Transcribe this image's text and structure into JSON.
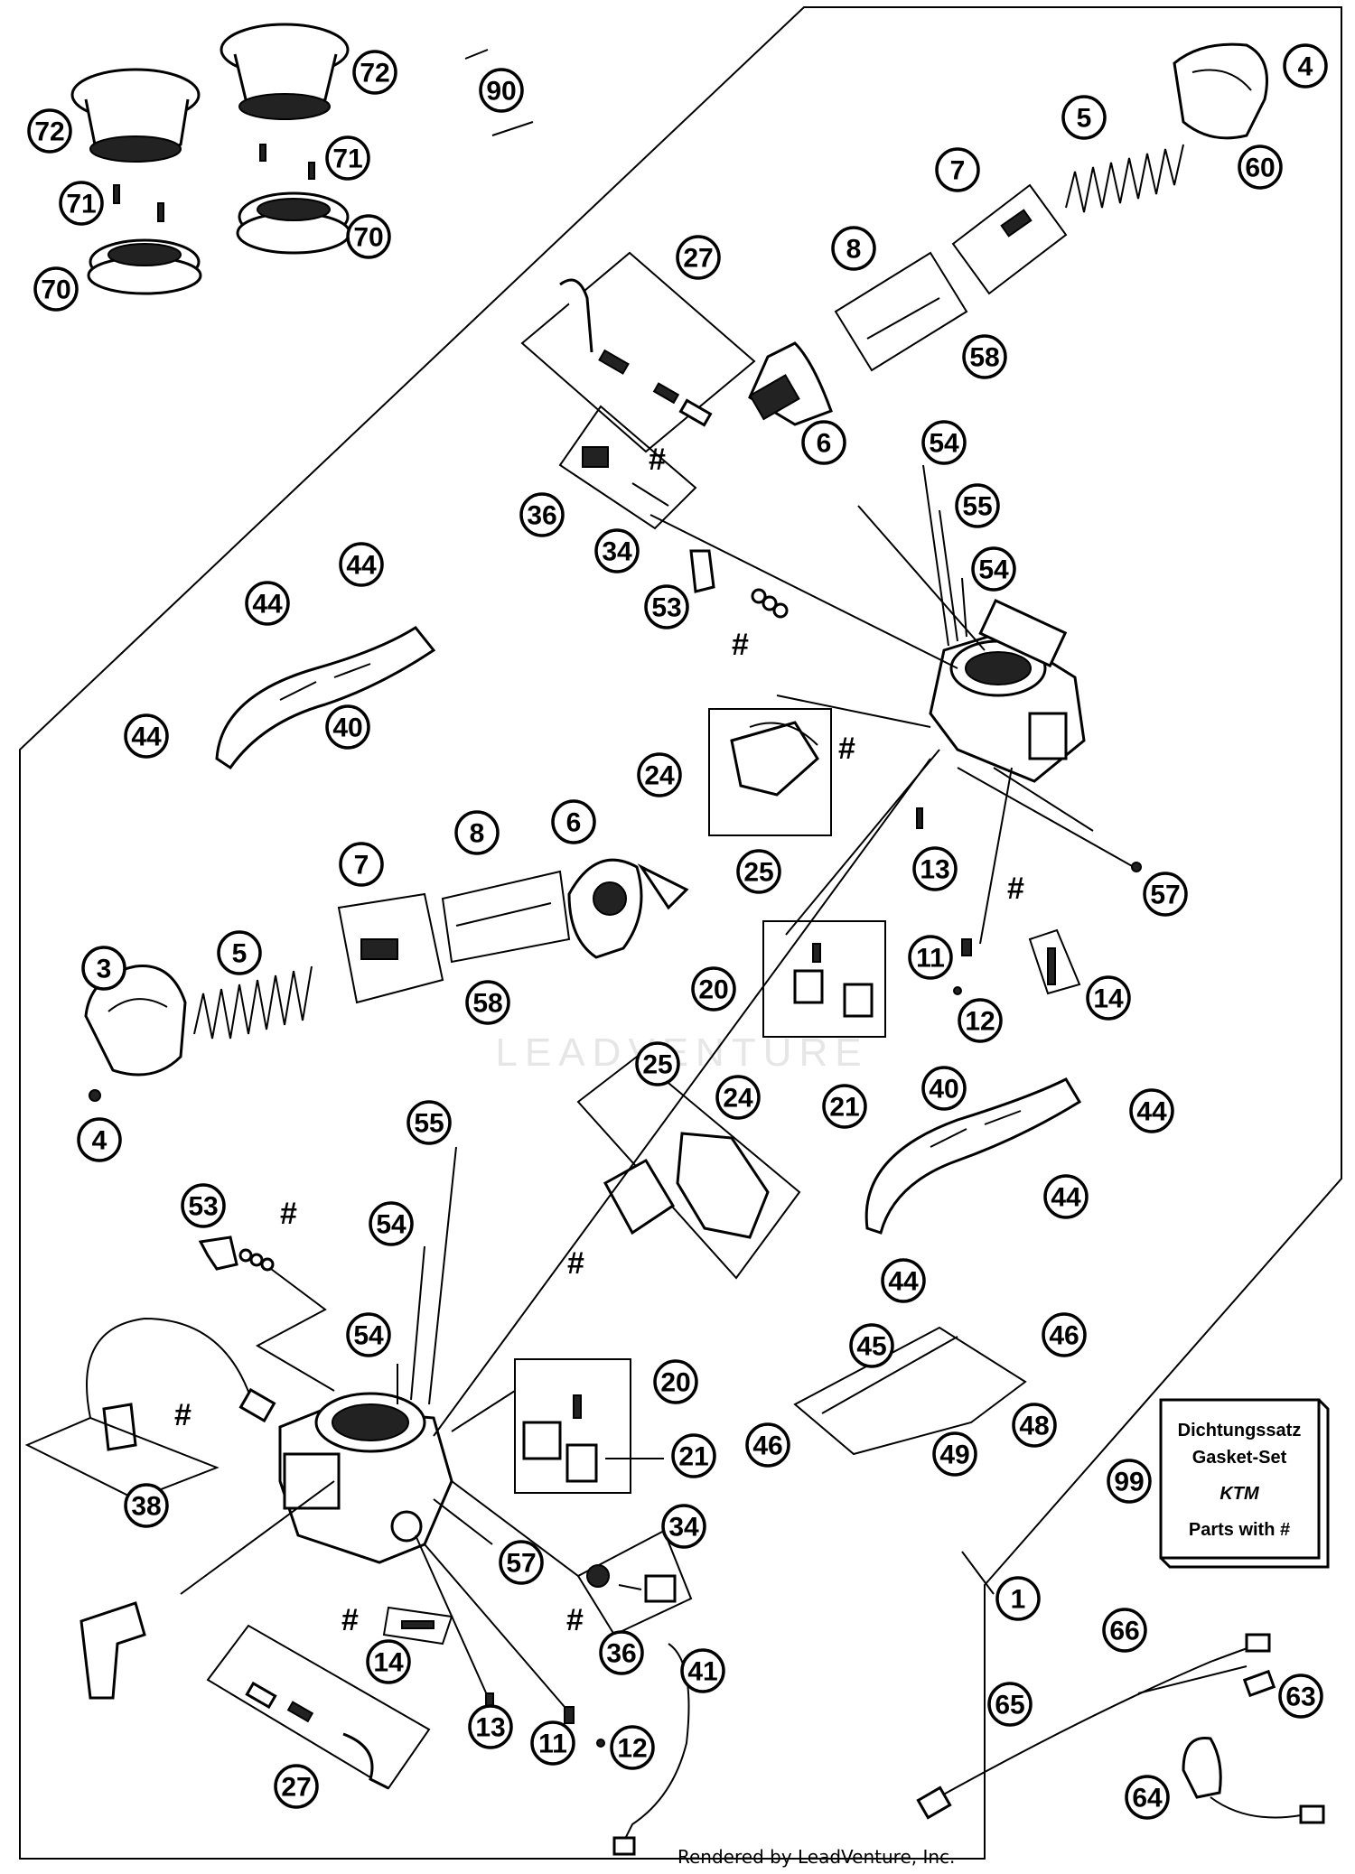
{
  "diagram": {
    "watermark": "LEADVENTURE",
    "footer": "Rendered by LeadVenture, Inc.",
    "gasket_set": {
      "line1": "Dichtungssatz",
      "line2": "Gasket-Set",
      "line3": "KTM",
      "line4": "Parts with #"
    },
    "hash_symbol": "#",
    "callouts": [
      {
        "id": "c72a",
        "label": "72"
      },
      {
        "id": "c72b",
        "label": "72"
      },
      {
        "id": "c90",
        "label": "90"
      },
      {
        "id": "c4a",
        "label": "4"
      },
      {
        "id": "c5a",
        "label": "5"
      },
      {
        "id": "c60",
        "label": "60"
      },
      {
        "id": "c71a",
        "label": "71"
      },
      {
        "id": "c71b",
        "label": "71"
      },
      {
        "id": "c70a",
        "label": "70"
      },
      {
        "id": "c70b",
        "label": "70"
      },
      {
        "id": "c7a",
        "label": "7"
      },
      {
        "id": "c27a",
        "label": "27"
      },
      {
        "id": "c8a",
        "label": "8"
      },
      {
        "id": "c58a",
        "label": "58"
      },
      {
        "id": "c6a",
        "label": "6"
      },
      {
        "id": "c54a",
        "label": "54"
      },
      {
        "id": "c36a",
        "label": "36"
      },
      {
        "id": "c34a",
        "label": "34"
      },
      {
        "id": "c55a",
        "label": "55"
      },
      {
        "id": "c54b",
        "label": "54"
      },
      {
        "id": "c53a",
        "label": "53"
      },
      {
        "id": "c44a",
        "label": "44"
      },
      {
        "id": "c44b",
        "label": "44"
      },
      {
        "id": "c40a",
        "label": "40"
      },
      {
        "id": "c44c",
        "label": "44"
      },
      {
        "id": "c24a",
        "label": "24"
      },
      {
        "id": "c25a",
        "label": "25"
      },
      {
        "id": "c13a",
        "label": "13"
      },
      {
        "id": "c57a",
        "label": "57"
      },
      {
        "id": "c7b",
        "label": "7"
      },
      {
        "id": "c8b",
        "label": "8"
      },
      {
        "id": "c6b",
        "label": "6"
      },
      {
        "id": "c3",
        "label": "3"
      },
      {
        "id": "c5b",
        "label": "5"
      },
      {
        "id": "c58b",
        "label": "58"
      },
      {
        "id": "c20a",
        "label": "20"
      },
      {
        "id": "c11a",
        "label": "11"
      },
      {
        "id": "c14a",
        "label": "14"
      },
      {
        "id": "c12a",
        "label": "12"
      },
      {
        "id": "c4b",
        "label": "4"
      },
      {
        "id": "c25b",
        "label": "25"
      },
      {
        "id": "c24b",
        "label": "24"
      },
      {
        "id": "c21a",
        "label": "21"
      },
      {
        "id": "c40b",
        "label": "40"
      },
      {
        "id": "c44d",
        "label": "44"
      },
      {
        "id": "c55b",
        "label": "55"
      },
      {
        "id": "c44e",
        "label": "44"
      },
      {
        "id": "c53b",
        "label": "53"
      },
      {
        "id": "c54c",
        "label": "54"
      },
      {
        "id": "c44f",
        "label": "44"
      },
      {
        "id": "c54d",
        "label": "54"
      },
      {
        "id": "c45",
        "label": "45"
      },
      {
        "id": "c46a",
        "label": "46"
      },
      {
        "id": "c20b",
        "label": "20"
      },
      {
        "id": "c48",
        "label": "48"
      },
      {
        "id": "c38",
        "label": "38"
      },
      {
        "id": "c21b",
        "label": "21"
      },
      {
        "id": "c46b",
        "label": "46"
      },
      {
        "id": "c49",
        "label": "49"
      },
      {
        "id": "c99",
        "label": "99"
      },
      {
        "id": "c34b",
        "label": "34"
      },
      {
        "id": "c57b",
        "label": "57"
      },
      {
        "id": "c1",
        "label": "1"
      },
      {
        "id": "c36b",
        "label": "36"
      },
      {
        "id": "c14b",
        "label": "14"
      },
      {
        "id": "c66",
        "label": "66"
      },
      {
        "id": "c41",
        "label": "41"
      },
      {
        "id": "c65",
        "label": "65"
      },
      {
        "id": "c63",
        "label": "63"
      },
      {
        "id": "c13b",
        "label": "13"
      },
      {
        "id": "c11b",
        "label": "11"
      },
      {
        "id": "c12b",
        "label": "12"
      },
      {
        "id": "c27b",
        "label": "27"
      },
      {
        "id": "c64",
        "label": "64"
      }
    ]
  }
}
